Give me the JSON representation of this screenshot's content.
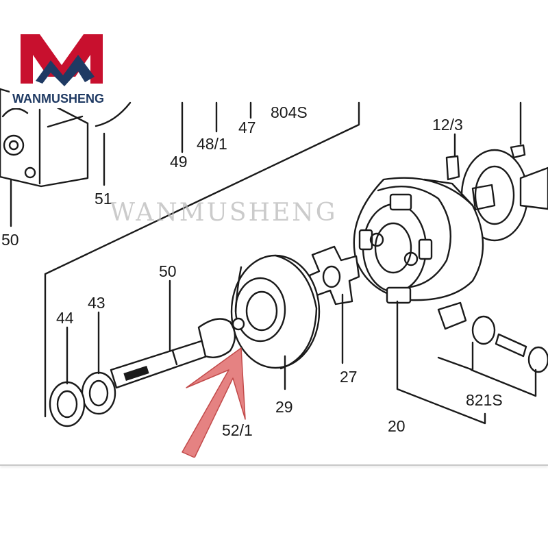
{
  "brand": {
    "logo_text": "WANMUSHENG",
    "watermark": "WANMUSHENG",
    "color_red": "#c8102e",
    "color_blue": "#1f3a63"
  },
  "callouts": [
    "49",
    "48/1",
    "47",
    "804S",
    "12/3",
    "51",
    "50",
    "50",
    "44",
    "43",
    "29",
    "52/1",
    "27",
    "20",
    "821S"
  ],
  "arrow": {
    "color": "#e06c6c",
    "points_to": "52/1"
  }
}
